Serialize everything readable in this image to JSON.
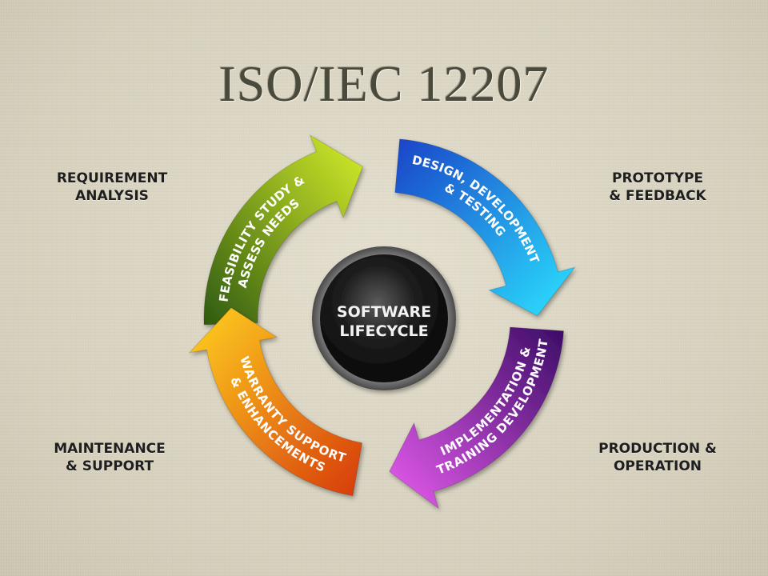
{
  "title": "ISO/IEC 12207",
  "corner_labels": {
    "top_left": [
      "REQUIREMENT",
      "ANALYSIS"
    ],
    "top_right": [
      "PROTOTYPE",
      "& FEEDBACK"
    ],
    "bottom_left": [
      "MAINTENANCE",
      "& SUPPORT"
    ],
    "bottom_right": [
      "PRODUCTION &",
      "OPERATION"
    ]
  },
  "center": {
    "lines": [
      "SOFTWARE",
      "LIFECYCLE"
    ]
  },
  "stages": [
    {
      "lines": [
        "FEASIBILITY STUDY &",
        "ASSESS NEEDS"
      ],
      "colors": [
        "#2f5a10",
        "#d6ee2a"
      ]
    },
    {
      "lines": [
        "DESIGN, DEVELOPMENT",
        "& TESTING"
      ],
      "colors": [
        "#1a43c8",
        "#2ce3ff"
      ]
    },
    {
      "lines": [
        "IMPLEMENTATION &",
        "TRAINING DEVELOPMENT"
      ],
      "colors": [
        "#3b0c66",
        "#e85cf0"
      ]
    },
    {
      "lines": [
        "WARRANTY SUPPORT",
        "& ENHANCEMENTS"
      ],
      "colors": [
        "#d63a0c",
        "#ffd21f"
      ]
    }
  ]
}
